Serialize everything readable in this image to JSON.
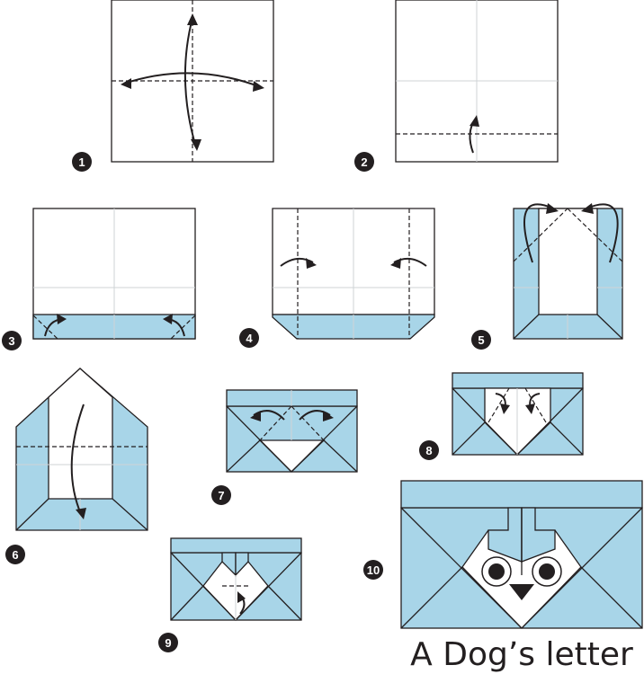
{
  "title": "A Dog’s letter",
  "steps": [
    {
      "label": "1"
    },
    {
      "label": "2"
    },
    {
      "label": "3"
    },
    {
      "label": "4"
    },
    {
      "label": "5"
    },
    {
      "label": "6"
    },
    {
      "label": "7"
    },
    {
      "label": "8"
    },
    {
      "label": "9"
    },
    {
      "label": "10"
    }
  ],
  "colors": {
    "paper": "#ffffff",
    "paper_back": "#a8d5e8",
    "line": "#231f20",
    "crease": "#cfd3d6"
  }
}
